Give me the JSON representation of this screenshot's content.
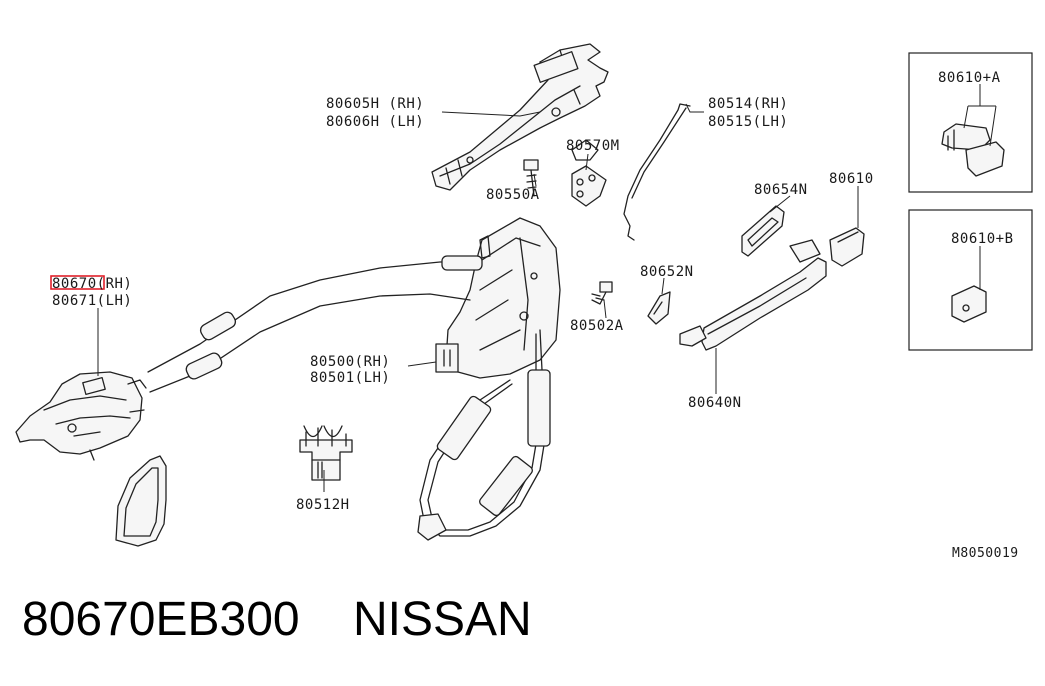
{
  "labels": {
    "l80605": "80605H (RH)",
    "l80606": "80606H (LH)",
    "l80514": "80514(RH)",
    "l80515": "80515(LH)",
    "l80570": "80570M",
    "l80550": "80550A",
    "l80654": "80654N",
    "l80610": "80610",
    "l80652": "80652N",
    "l80502": "80502A",
    "l80670": "80670(RH)",
    "l80671": "80671(LH)",
    "l80500": "80500(RH)",
    "l80501": "80501(LH)",
    "l80512": "80512H",
    "l80640": "80640N",
    "l80610a": "80610+A",
    "l80610b": "80610+B",
    "ref": "M8050019"
  },
  "caption": {
    "part_number": "80670EB300",
    "brand": "NISSAN"
  },
  "highlight_color": "#e0202a"
}
